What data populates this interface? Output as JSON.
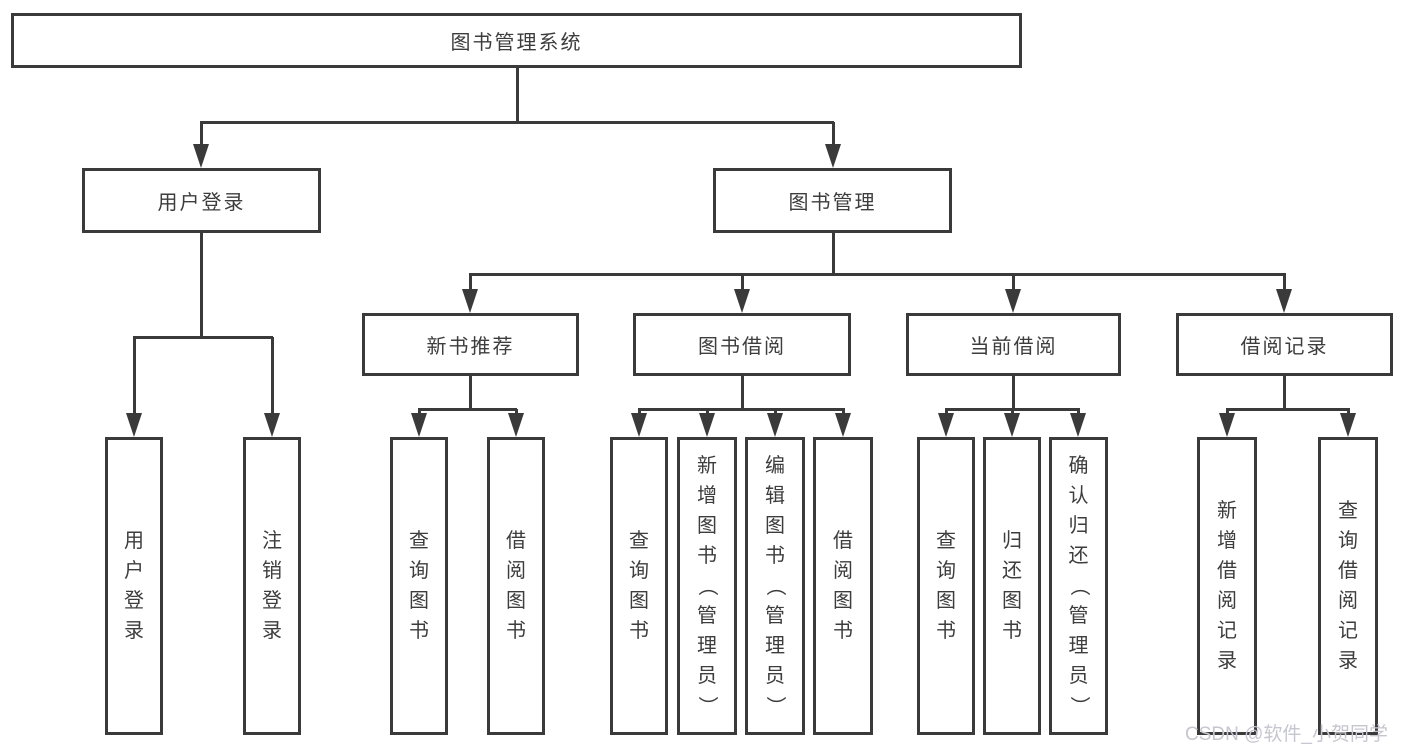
{
  "diagram_title": "图书管理系统",
  "tree": {
    "label": "图书管理系统",
    "children": [
      {
        "label": "用户登录",
        "children": [
          {
            "label": "用户登录"
          },
          {
            "label": "注销登录"
          }
        ]
      },
      {
        "label": "图书管理",
        "children": [
          {
            "label": "新书推荐",
            "children": [
              {
                "label": "查询图书"
              },
              {
                "label": "借阅图书"
              }
            ]
          },
          {
            "label": "图书借阅",
            "children": [
              {
                "label": "查询图书"
              },
              {
                "label": "新增图书（管理员）"
              },
              {
                "label": "编辑图书（管理员）"
              },
              {
                "label": "借阅图书"
              }
            ]
          },
          {
            "label": "当前借阅",
            "children": [
              {
                "label": "查询图书"
              },
              {
                "label": "归还图书"
              },
              {
                "label": "确认归还（管理员）"
              }
            ]
          },
          {
            "label": "借阅记录",
            "children": [
              {
                "label": "新增借阅记录"
              },
              {
                "label": "查询借阅记录"
              }
            ]
          }
        ]
      }
    ]
  },
  "watermark": "CSDN @软件_小贺同学",
  "colors": {
    "line": "#3a3a3a",
    "text": "#3d3d3d",
    "watermark": "#c6c6d0",
    "background": "#ffffff"
  }
}
